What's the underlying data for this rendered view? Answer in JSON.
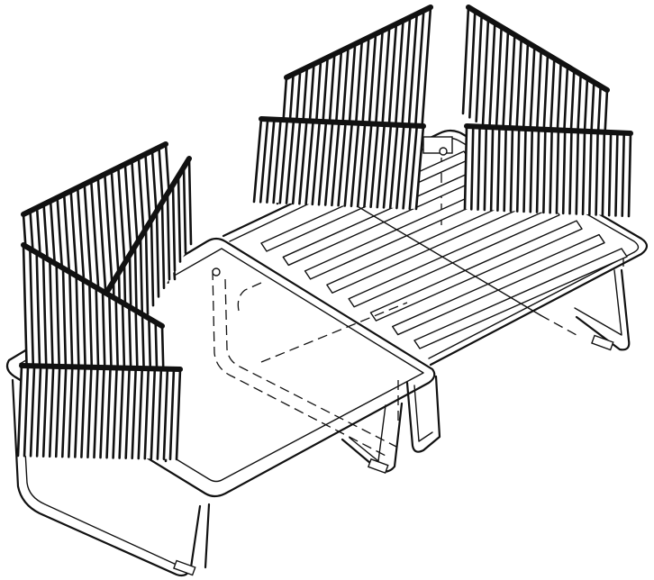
{
  "diagram": {
    "kind": "exploded isometric line drawing",
    "subject_icon": "two-seat-frame-with-woven-cushions-icon",
    "stroke_color": "#111111",
    "background_color": "#ffffff",
    "parts": [
      {
        "id": "seat-frame-left",
        "icon": "tube-frame-icon"
      },
      {
        "id": "seat-frame-right",
        "icon": "slatted-frame-icon"
      },
      {
        "id": "woven-back-panel",
        "icon": "woven-panel-icon",
        "count": 4
      },
      {
        "id": "woven-seat-panel",
        "icon": "woven-panel-icon",
        "count": 4
      },
      {
        "id": "connector-bolt",
        "icon": "bolt-icon",
        "count": 2
      }
    ]
  }
}
